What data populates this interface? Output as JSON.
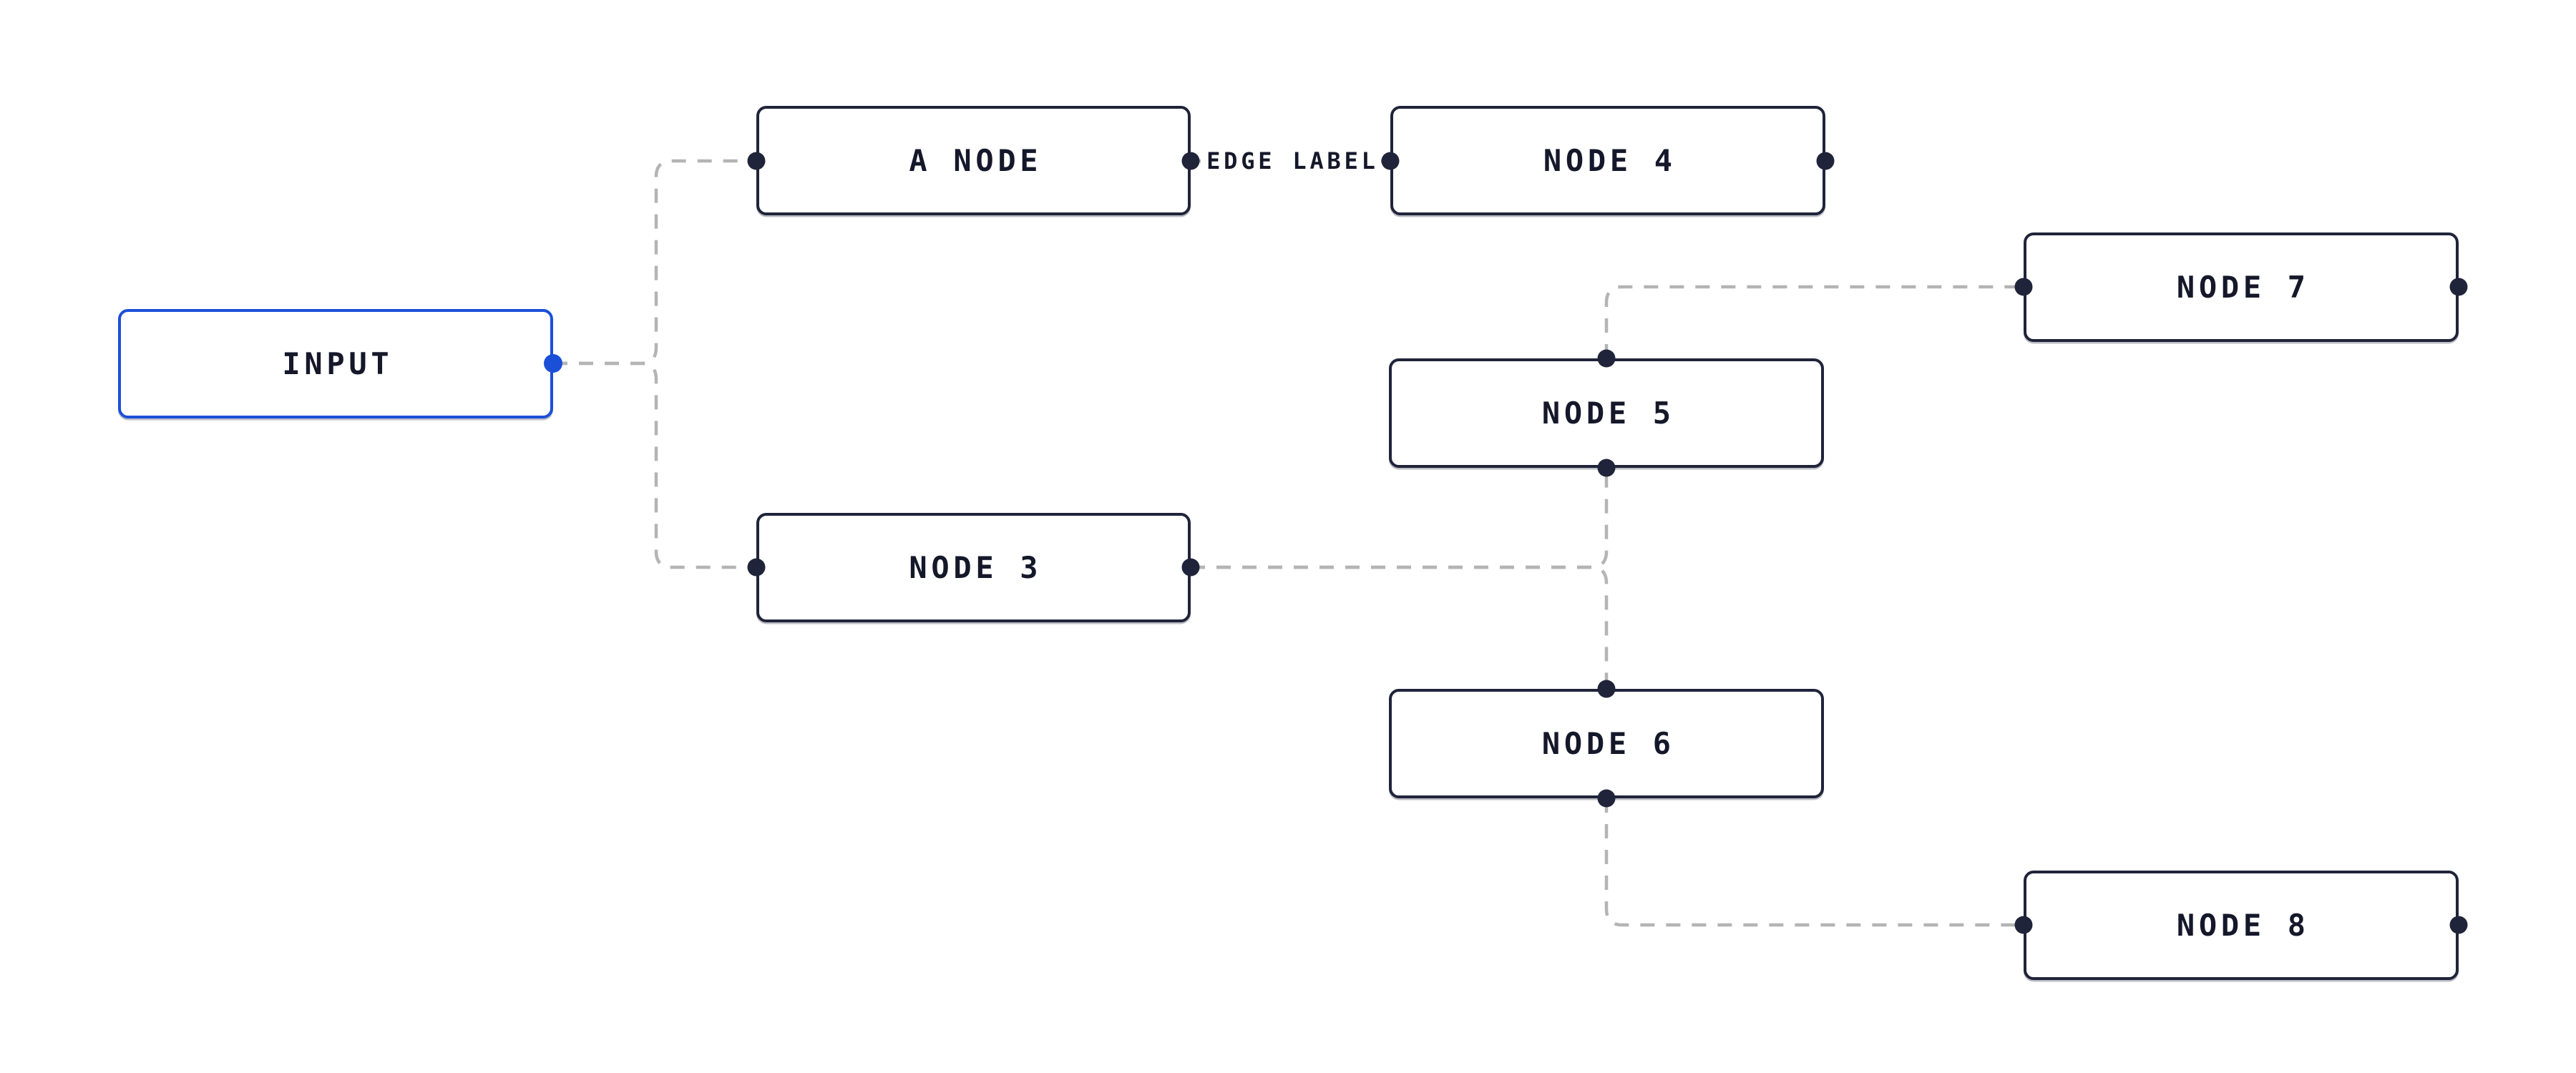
{
  "canvas": {
    "type": "node-graph-editor",
    "background": "#ffffff"
  },
  "colors": {
    "accent_blue": "#1b4fd8",
    "node_border": "#20243a",
    "node_text": "#15182a",
    "edge_dash": "#b4b4b4",
    "port_fill": "#20243a",
    "node_bg": "#ffffff",
    "canvas_bg": "#ffffff"
  },
  "nodes": [
    {
      "id": "input",
      "label": "INPUT",
      "selected": true,
      "ports": [
        "right"
      ]
    },
    {
      "id": "a-node",
      "label": "A NODE",
      "selected": false,
      "ports": [
        "left",
        "right"
      ]
    },
    {
      "id": "node-4",
      "label": "NODE 4",
      "selected": false,
      "ports": [
        "left",
        "right"
      ]
    },
    {
      "id": "node-7",
      "label": "NODE 7",
      "selected": false,
      "ports": [
        "left",
        "right"
      ]
    },
    {
      "id": "node-5",
      "label": "NODE 5",
      "selected": false,
      "ports": [
        "top",
        "bottom"
      ]
    },
    {
      "id": "node-3",
      "label": "NODE 3",
      "selected": false,
      "ports": [
        "left",
        "right"
      ]
    },
    {
      "id": "node-6",
      "label": "NODE 6",
      "selected": false,
      "ports": [
        "top",
        "bottom"
      ]
    },
    {
      "id": "node-8",
      "label": "NODE 8",
      "selected": false,
      "ports": [
        "left",
        "right"
      ]
    }
  ],
  "edges": [
    {
      "from": "input",
      "from_port": "right",
      "to": "a-node",
      "to_port": "left",
      "label": ""
    },
    {
      "from": "input",
      "from_port": "right",
      "to": "node-3",
      "to_port": "left",
      "label": ""
    },
    {
      "from": "a-node",
      "from_port": "right",
      "to": "node-4",
      "to_port": "left",
      "label": "EDGE LABEL"
    },
    {
      "from": "node-3",
      "from_port": "right",
      "to": "node-5",
      "to_port": "bottom",
      "label": ""
    },
    {
      "from": "node-3",
      "from_port": "right",
      "to": "node-6",
      "to_port": "top",
      "label": ""
    },
    {
      "from": "node-5",
      "from_port": "top",
      "to": "node-7",
      "to_port": "left",
      "label": ""
    },
    {
      "from": "node-6",
      "from_port": "bottom",
      "to": "node-8",
      "to_port": "left",
      "label": ""
    }
  ],
  "edge_label": {
    "text": "EDGE LABEL"
  }
}
